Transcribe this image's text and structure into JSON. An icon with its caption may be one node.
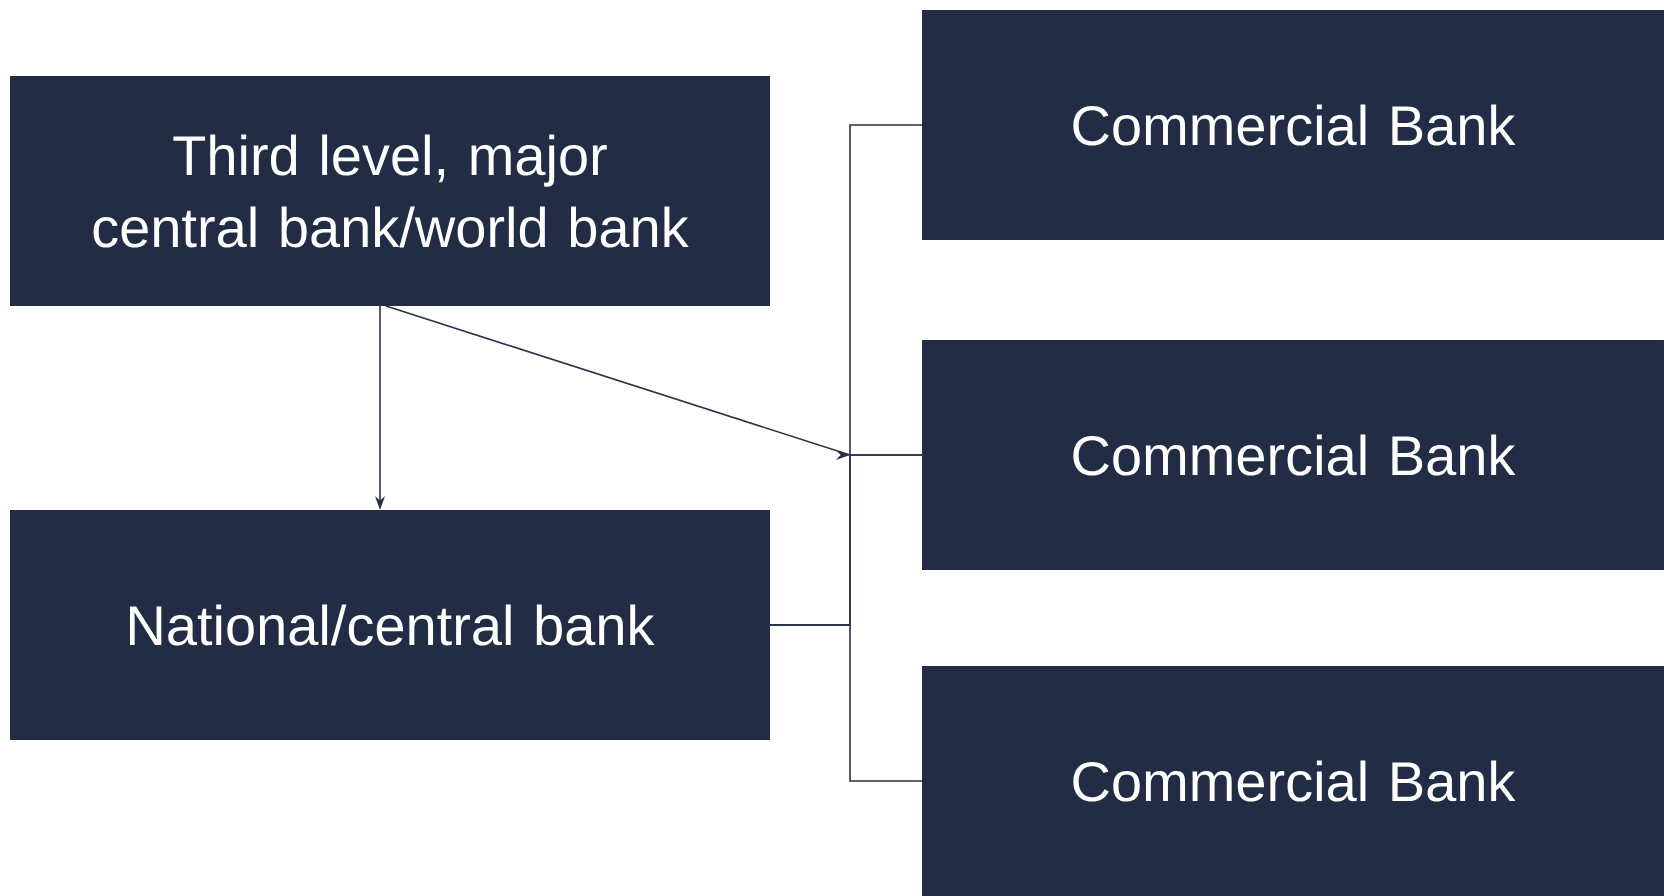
{
  "diagram": {
    "nodes": [
      {
        "text": [
          "Third level, major central bank/world bank"
        ]
      },
      {
        "text": [
          "National/central bank"
        ]
      },
      {
        "text": [
          "Commercial Bank"
        ]
      },
      {
        "text": [
          "Commercial Bank"
        ]
      },
      {
        "text": [
          "Commercial Bank"
        ]
      }
    ],
    "edges": [
      {
        "from": 0,
        "to": 1,
        "arrow": "to"
      },
      {
        "from": 0,
        "to": 3,
        "arrow": "to"
      },
      {
        "from": 1,
        "to": 2,
        "arrow": "none"
      },
      {
        "from": 1,
        "to": 3,
        "arrow": "none"
      },
      {
        "from": 1,
        "to": 4,
        "arrow": "none"
      }
    ]
  }
}
